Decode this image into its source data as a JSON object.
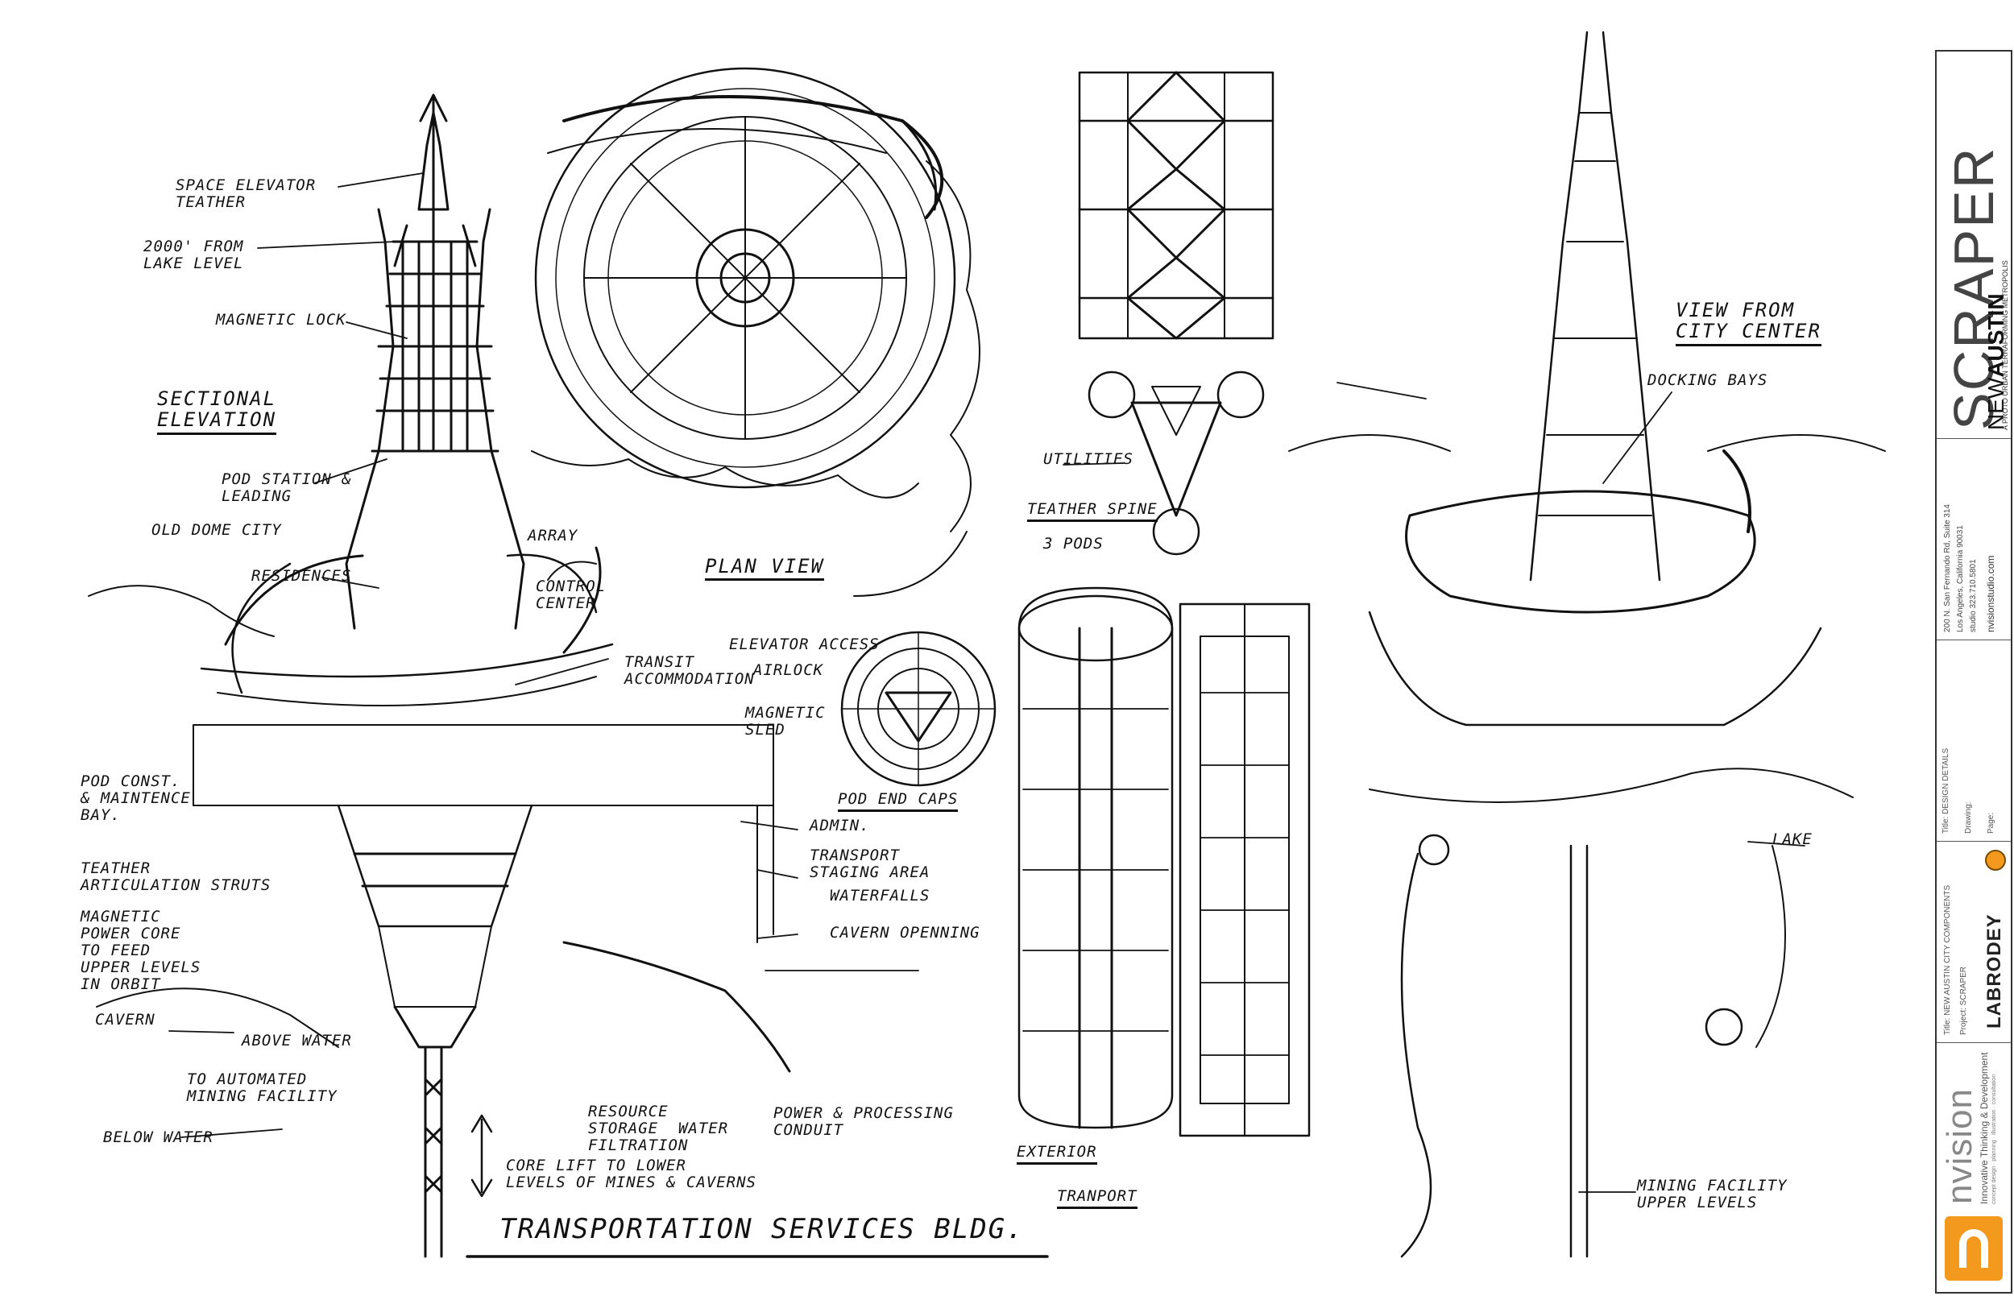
{
  "labels": {
    "space_elevator": "SPACE ELEVATOR\nTEATHER",
    "height": "2000' FROM\nLAKE LEVEL",
    "magnetic_lock": "MAGNETIC LOCK",
    "sectional_elevation": "SECTIONAL\nELEVATION",
    "pod_station": "POD STATION &\nLEADING",
    "old_dome_city": "OLD DOME CITY",
    "residences": "RESIDENCES",
    "array": "ARRAY",
    "control_center": "CONTROL\nCENTER",
    "transit_accommodation": "TRANSIT\nACCOMMODATION",
    "pod_const": "POD CONST.\n& MAINTENCE\nBAY.",
    "admin": "ADMIN.",
    "transport_staging": "TRANSPORT\nSTAGING AREA",
    "waterfalls": "WATERFALLS",
    "teather_articulation": "TEATHER\nARTICULATION STRUTS",
    "magnetic_power": "MAGNETIC\nPOWER CORE\nTO FEED\nUPPER LEVELS\nIN ORBIT",
    "cavern_opening": "CAVERN OPENNING",
    "cavern": "CAVERN",
    "above_water": "ABOVE WATER",
    "automated_mining": "TO AUTOMATED\nMINING FACILITY",
    "below_water": "BELOW WATER",
    "resource_storage": "RESOURCE\nSTORAGE  WATER\nFILTRATION",
    "power_processing": "POWER & PROCESSING\nCONDUIT",
    "core_lift": "CORE LIFT TO LOWER\nLEVELS OF MINES & CAVERNS",
    "main_title": "TRANSPORTATION SERVICES BLDG.",
    "plan_view": "PLAN VIEW",
    "utilities": "UTILITIES",
    "teather_spine": "TEATHER SPINE",
    "three_pods": "3 PODS",
    "elevator_access": "ELEVATOR ACCESS",
    "airlock": "AIRLOCK",
    "magnetic_sled": "MAGNETIC\nSLED",
    "pod_end_caps": "POD END CAPS",
    "exterior": "EXTERIOR",
    "transport": "TRANPORT",
    "view_from_city": "VIEW FROM\nCITY CENTER",
    "docking_bays": "DOCKING BAYS",
    "lake": "LAKE",
    "mining_facility": "MINING FACILITY\nUPPER LEVELS"
  },
  "title_block": {
    "logo_main": "SCRAPER",
    "logo_prefix_new": "NEW",
    "logo_prefix_austin": "AUSTIN",
    "tagline": "A PROTO URBAN TERRAFORMING METROPOLIS",
    "address_1": "200 N. San Fernando Rd, Suite 314",
    "address_2": "Los Angeles, California 90031",
    "address_3": "studio 323.710.5801",
    "website": "nvisionstudio.com",
    "title_line": "Title: NEW AUSTIN CITY COMPONENTS",
    "project_line": "Project: SCRAPER",
    "title_field": "Title: DESIGN DETAILS",
    "drawing_field": "Drawing:",
    "page_field": "Page:",
    "artist_mark": "LABRODEY",
    "company": "nvision",
    "company_tag": "Innovative Thinking & Development",
    "company_sub": "concept design · planning · illustration · consultation"
  },
  "colors": {
    "ink": "#111111",
    "accent_orange": "#f39a1e",
    "paper": "#ffffff"
  }
}
